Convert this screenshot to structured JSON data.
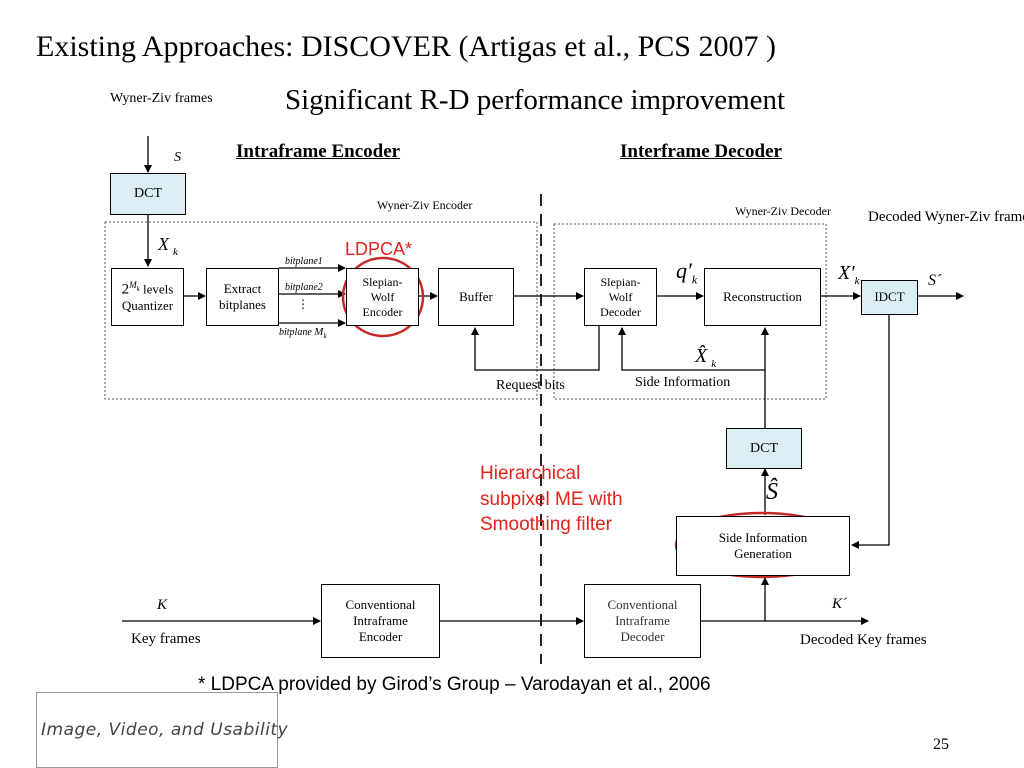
{
  "slide": {
    "title": "Existing Approaches: DISCOVER (Artigas et al., PCS 2007 )",
    "subtitle": "Significant R-D performance improvement",
    "page_number": "25",
    "footnote": "* LDPCA provided by Girod’s Group – Varodayan et al., 2006"
  },
  "diagram": {
    "input_label": "Wyner-Ziv frames",
    "input_symbol": "S",
    "encoder_header": "Intraframe Encoder",
    "decoder_header": "Interframe Decoder",
    "wz_encoder_label": "Wyner-Ziv Encoder",
    "wz_decoder_label": "Wyner-Ziv Decoder",
    "dct_top": "DCT",
    "xk_base": "X",
    "xk_sub": "k",
    "quantizer": {
      "base": "2",
      "sup_base": "M",
      "sup_sub": "k",
      "levels": "levels",
      "name": "Quantizer"
    },
    "extract": "Extract bitplanes",
    "bitplane1": "bitplane1",
    "bitplane2": "bitplane2",
    "bitplane_m_prefix": "bitplane",
    "bitplane_m_base": "M",
    "bitplane_m_sub": "k",
    "bitplane_dots": "⋮",
    "sw_encoder": "Slepian-Wolf Encoder",
    "buffer": "Buffer",
    "sw_decoder": "Slepian-Wolf Decoder",
    "reconstruction": "Reconstruction",
    "idct": "IDCT",
    "qk_base": "q",
    "qk_prime": "′",
    "qk_sub": "k",
    "xk_prime_base": "X",
    "xk_prime_prime": "′",
    "xk_prime_sub": "k",
    "s_out": "S´",
    "decoded_wz": "Decoded Wyner-Ziv frames",
    "request_bits": "Request bits",
    "side_info_label": "Side Information",
    "xhat_base": "X̂",
    "xhat_sub": "k",
    "dct_bottom": "DCT",
    "shat": "Ŝ",
    "side_info_gen": "Side Information Generation",
    "key_symbol": "K",
    "key_frames": "Key frames",
    "conv_encoder": "Conventional Intraframe Encoder",
    "conv_decoder": "Conventional Intraframe Decoder",
    "k_out": "K´",
    "decoded_key": "Decoded Key frames"
  },
  "annotations": {
    "ldpca": "LDPCA*",
    "hierarchical": [
      "Hierarchical",
      "subpixel ME with",
      "Smoothing filter"
    ]
  },
  "logo": {
    "text": "Image, Video, and Usability"
  },
  "colors": {
    "accent_red": "#e8211c",
    "box_blue": "#dbeef4"
  }
}
